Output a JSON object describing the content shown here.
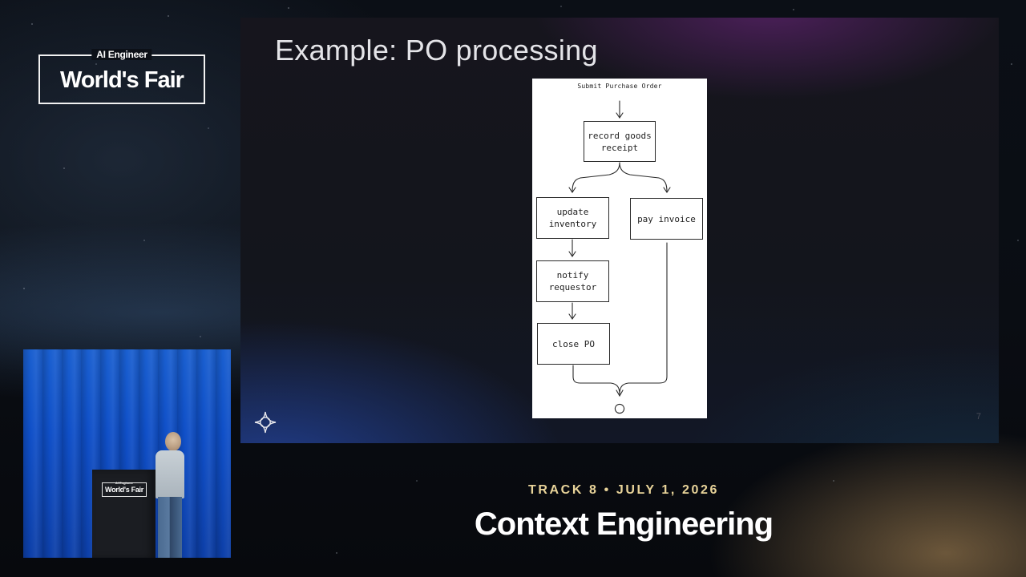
{
  "event": {
    "logo_sub": "AI Engineer",
    "logo_main": "World's Fair"
  },
  "slide": {
    "title": "Example: PO processing",
    "page_number": "7",
    "brand_icon": "four-point-star-circle-icon"
  },
  "flowchart": {
    "start_label": "Submit Purchase Order",
    "nodes": {
      "record": "record goods\nreceipt",
      "update": "update\ninventory",
      "pay": "pay invoice",
      "notify": "notify\nrequestor",
      "close": "close PO"
    },
    "end_symbol": "circle"
  },
  "speaker_cam": {
    "lectern_sub": "AI Engineer",
    "lectern_main": "World's Fair"
  },
  "caption": {
    "track": "TRACK 8 • JULY 1, 2026",
    "title": "Context Engineering"
  },
  "colors": {
    "caption_accent": "#e9d49a",
    "stage_curtain": "#1a5fd0"
  }
}
